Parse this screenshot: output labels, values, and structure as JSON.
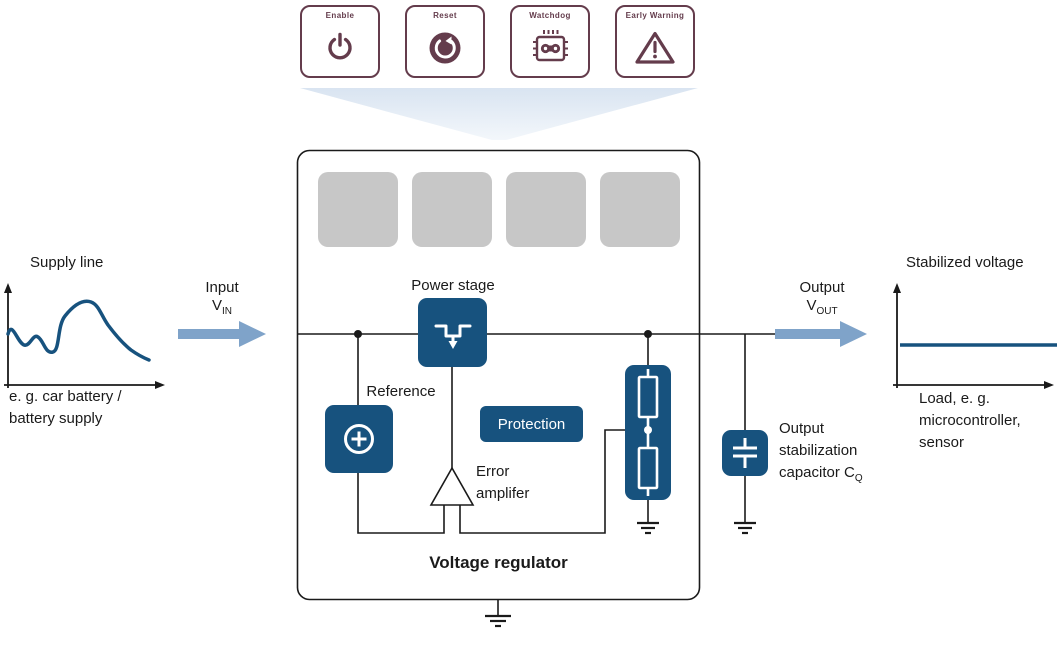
{
  "colors": {
    "block_blue": "#17527e",
    "berry": "#643c4c",
    "arrow_blue": "#7fa3c9",
    "funnel_blue": "#d9e4f1",
    "placeholder_gray": "#c7c7c7",
    "wire": "#1a1a1a"
  },
  "features": [
    {
      "label": "Enable",
      "icon": "power-icon"
    },
    {
      "label": "Reset",
      "icon": "reset-icon"
    },
    {
      "label": "Watchdog",
      "icon": "watchdog-icon"
    },
    {
      "label": "Early Warning",
      "icon": "warning-icon"
    }
  ],
  "supply": {
    "title": "Supply line",
    "caption1": "e. g. car battery /",
    "caption2": "battery supply"
  },
  "input": {
    "label": "Input",
    "symbol": "V",
    "subscript": "IN"
  },
  "output": {
    "label": "Output",
    "symbol": "V",
    "subscript": "OUT"
  },
  "stabilized": {
    "title": "Stabilized voltage",
    "caption1": "Load, e. g.",
    "caption2": "microcontroller,",
    "caption3": "sensor"
  },
  "regulator": {
    "title": "Voltage regulator",
    "power_stage_label": "Power stage",
    "reference_label": "Reference",
    "protection_label": "Protection",
    "error_amp_label1": "Error",
    "error_amp_label2": "amplifer"
  },
  "capacitor": {
    "line1": "Output",
    "line2": "stabilization",
    "line3": "capacitor C",
    "subscript": "Q"
  }
}
